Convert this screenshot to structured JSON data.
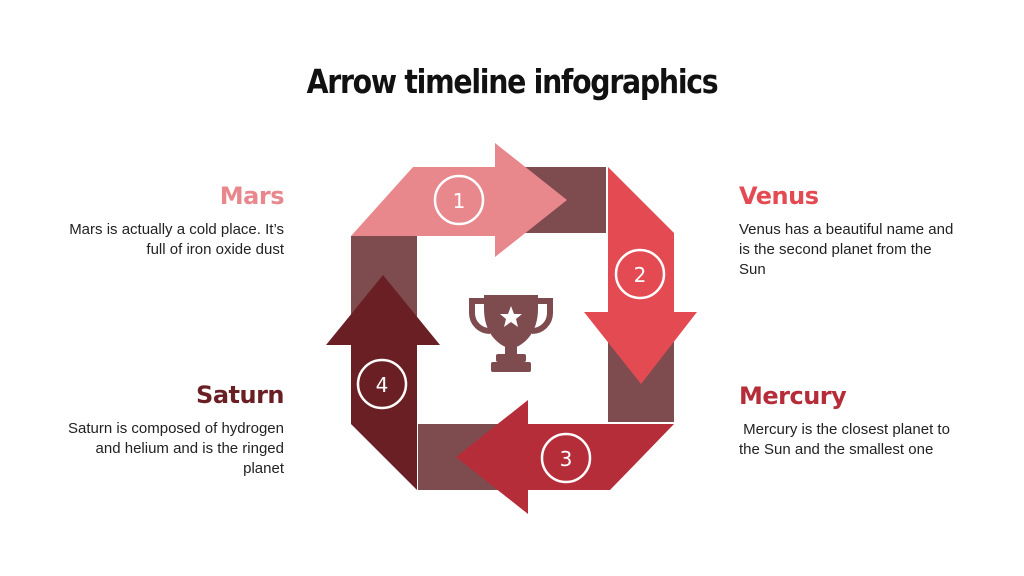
{
  "title": "Arrow timeline infographics",
  "steps": [
    {
      "number": "1",
      "name": "Mars",
      "text": "Mars is actually a cold place. It’s full of iron oxide dust",
      "color": "#e8888d"
    },
    {
      "number": "2",
      "name": "Venus",
      "text": "Venus has a beautiful name and is the second planet from the Sun",
      "color": "#e44a52"
    },
    {
      "number": "3",
      "name": "Mercury",
      "text": " Mercury is the closest planet to the Sun and the smallest one",
      "color": "#b52d38"
    },
    {
      "number": "4",
      "name": "Saturn",
      "text": "Saturn is composed of hydrogen and helium and is the ringed planet",
      "color": "#6a1f24"
    }
  ],
  "connector_color": "#7e4c4f",
  "center_icon": "trophy-icon"
}
